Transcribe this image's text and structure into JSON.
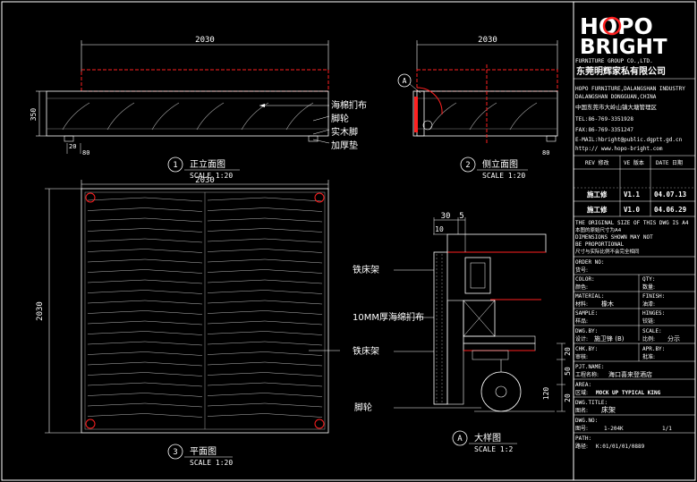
{
  "logo": {
    "line1": "HOPO",
    "line2": "BRIGHT",
    "subtitle": "FURNITURE GROUP CO.,LTD.",
    "company_cn": "东莞明辉家私有限公司"
  },
  "company_info": {
    "address_en_1": "HOPO FURNITURE,DALANGSHAN INDUSTRY",
    "address_en_2": "DALANGSHAN DONGGUAN,CHINA",
    "address_cn": "中国东莞市大岭山镇大塘管理区",
    "tel": "TEL:86-769-3351928",
    "fax": "FAX:86-769-3351247",
    "email": "E-MAIL:hbright@public.dgptt.gd.cn",
    "web": "http:// www.hopo-bright.com"
  },
  "revision_header": {
    "rev": "REV 修改",
    "ver": "VE 版本",
    "date": "DATE 日期"
  },
  "revisions": [
    {
      "desc": "施工修",
      "ver": "V1.1",
      "date": "04.07.13"
    },
    {
      "desc": "施工修",
      "ver": "V1.0",
      "date": "04.06.29"
    }
  ],
  "notes": [
    "THE ORIGINAL SIZE OF THIS DWG IS A4",
    "本图的原始尺寸为A4",
    "DIMENSIONS SHOWN MAY NOT",
    "BE PROPORTIONAL",
    "尺寸与实际比例不会完全相同"
  ],
  "fields": {
    "order_no": "ORDER NO:",
    "item_no": "货号:",
    "color_label": "COLOR:",
    "color_cn": "颜色:",
    "qty_label": "QTY:",
    "qty_cn": "数量:",
    "material_label": "MATERIAL:",
    "material_cn": "材料:",
    "material_value": "橡木",
    "finish_label": "FINISH:",
    "finish_cn": "油漆:",
    "sample_label": "SAMPLE:",
    "sample_cn": "样品:",
    "hinges_label": "HINGES:",
    "hinges_cn": "铰链:",
    "dwg_by": "DWG.BY:",
    "dwg_by_cn": "设计:",
    "dwg_by_value": "施卫锋 (B)",
    "scale_label": "SCALE:",
    "scale_cn": "比例:",
    "scale_value": "分示",
    "chk_by": "CHK.BY:",
    "chk_by_cn": "审核:",
    "apr_by": "APR.BY:",
    "apr_by_cn": "批准:",
    "pjt_name": "PJT.NAME:",
    "pjt_name_cn": "工程名称:",
    "pjt_value": "海口喜来登酒店",
    "area_label": "AREA:",
    "area_cn": "区域:",
    "area_value": "MOCK UP TYPICAL KING",
    "dwg_title": "DWG.TITLE:",
    "dwg_title_cn": "图名:",
    "dwg_title_value": "床架",
    "dwg_no": "DWG.NO:",
    "dwg_no_cn": "图号:",
    "dwg_no_value": "1-204K",
    "sheet": "1/1",
    "path_label": "PATH:",
    "path_cn": "路径:",
    "path_value": "K:01/01/01/0889"
  },
  "views": {
    "front": {
      "num": "1",
      "title": "正立面图",
      "scale": "SCALE 1:20"
    },
    "side": {
      "num": "2",
      "title": "侧立面图",
      "scale": "SCALE 1:20"
    },
    "plan": {
      "num": "3",
      "title": "平面图",
      "scale": "SCALE 1:20"
    },
    "detail": {
      "num": "A",
      "title": "大样图",
      "scale": "SCALE 1:2"
    }
  },
  "dimensions": {
    "front_width": "2030",
    "front_height": "350",
    "front_small_a": "20",
    "front_small_b": "80",
    "side_width": "2030",
    "side_small": "80",
    "plan_width": "2030",
    "plan_height": "2030",
    "detail_30": "30",
    "detail_5": "5",
    "detail_10": "10",
    "detail_20a": "20",
    "detail_50": "50",
    "detail_120": "120",
    "detail_20b": "20"
  },
  "callouts": {
    "front_1": "海棉扪布",
    "front_2": "脚轮",
    "front_3": "实木脚",
    "front_4": "加厚垫",
    "detail_1": "铁床架",
    "detail_2": "10MM厚海绵扪布",
    "detail_3": "铁床架",
    "detail_4": "脚轮",
    "section_marker": "A"
  },
  "colors": {
    "bg": "#000000",
    "line": "#ffffff",
    "red": "#ff2020",
    "grey": "#9a9a9a",
    "logo_red": "#ff2020"
  }
}
